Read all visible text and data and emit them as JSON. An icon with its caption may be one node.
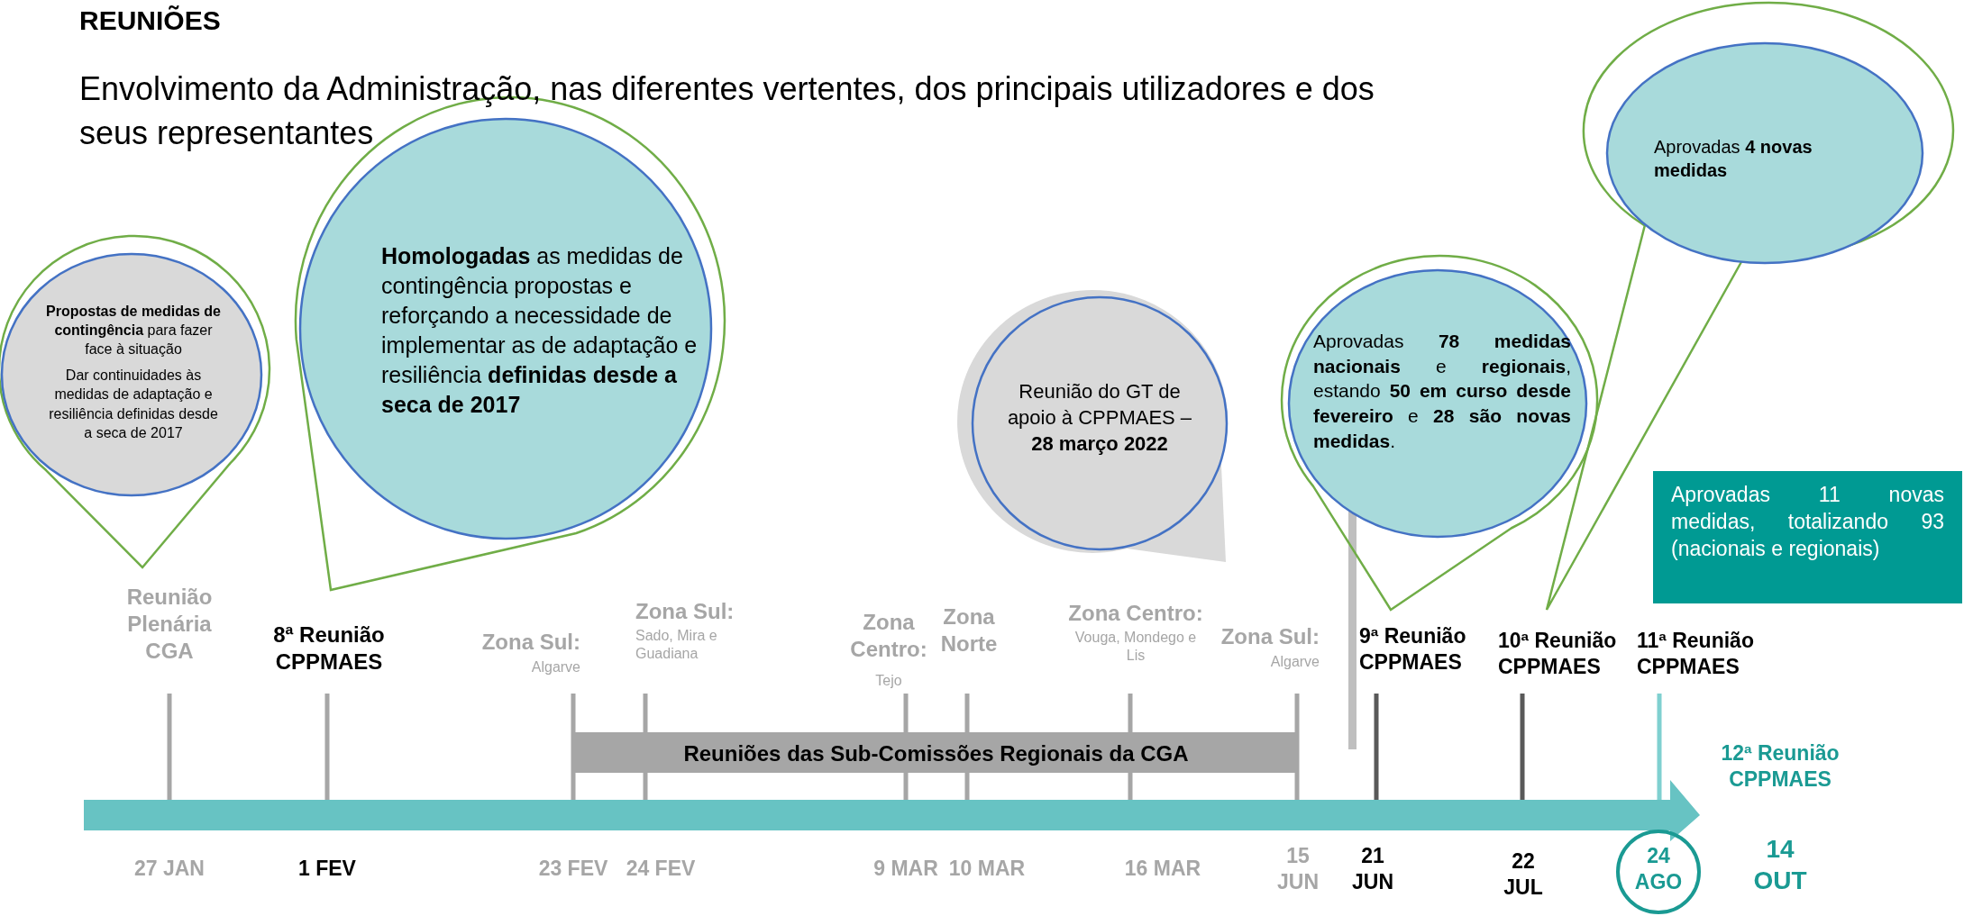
{
  "diagram": {
    "title": "REUNIÕES",
    "nodes": [
      {
        "text": [
          "**Propostas de medidas de contingência** para fazer face à situação",
          "Dar continuidades às medidas de adaptação e resiliência definidas desde a seca de 2017"
        ]
      },
      {
        "text": [
          "**Homologadas** as medidas de contingência propostas e reforçando a necessidade de implementar as de adaptação e resiliência **definidas desde a seca de 2017**"
        ]
      },
      {
        "text": [
          "Reunião do GT de apoio à CPPMAES – **28 março 2022**"
        ]
      },
      {
        "text": [
          "Aprovadas **78 medidas nacionais** e **regionais**, estando **50 em curso desde fevereiro** e **28 são novas medidas**."
        ]
      },
      {
        "text": [
          "Aprovadas **4 novas medidas**"
        ]
      },
      {
        "text": [
          "Aprovadas 11 novas medidas, totalizando 93 (nacionais e regionais)"
        ]
      },
      {
        "text": [
          "Reuniões das Sub-Comissões Regionais da CGA"
        ]
      }
    ],
    "labels": [
      "Envolvimento da Administração, nas diferentes vertentes, dos principais utilizadores e dos seus representantes",
      "Reunião Plenária CGA",
      "8ª Reunião CPPMAES",
      "Zona Sul:",
      "Algarve",
      "Zona Sul:",
      "Sado, Mira e Guadiana",
      "Zona Centro:",
      "Tejo",
      "Zona Norte",
      "Zona Centro:",
      "Vouga, Mondego e Lis",
      "Zona Sul:",
      "Algarve",
      "9ª Reunião CPPMAES",
      "10ª Reunião CPPMAES",
      "11ª Reunião CPPMAES",
      "12ª Reunião CPPMAES",
      "27 JAN",
      "1 FEV",
      "23 FEV",
      "24 FEV",
      "9 MAR",
      "10 MAR",
      "16 MAR",
      "15 JUN",
      "21 JUN",
      "22 JUL",
      "24 AGO",
      "14 OUT"
    ]
  }
}
